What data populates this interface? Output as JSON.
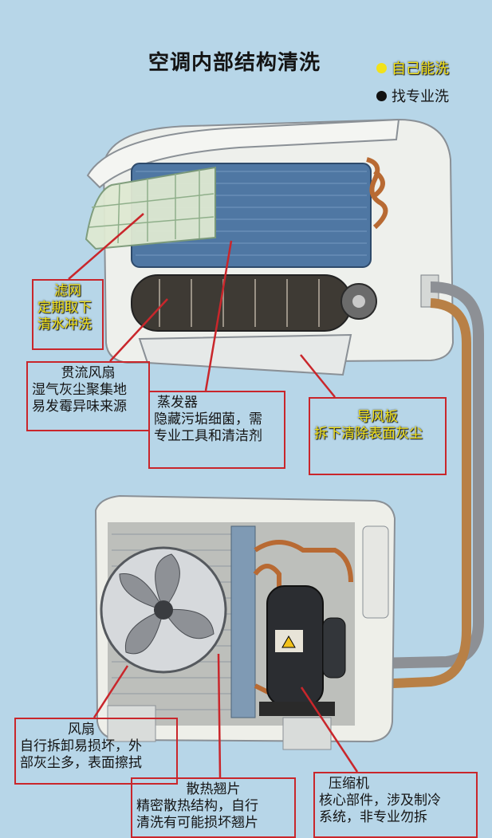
{
  "title": "空调内部结构清洗",
  "legend": [
    {
      "label": "自己能洗",
      "color": "#f2e21a"
    },
    {
      "label": "找专业洗",
      "color": "#111111"
    }
  ],
  "callouts": {
    "filter": {
      "title": "滤网",
      "lines": [
        "定期取下",
        "清水冲洗"
      ]
    },
    "crossflow_fan": {
      "title": "贯流风扇",
      "lines": [
        "湿气灰尘聚集地",
        "易发霉异味来源"
      ]
    },
    "evaporator": {
      "title": "蒸发器",
      "lines": [
        "隐藏污垢细菌，需",
        "专业工具和清洁剂"
      ]
    },
    "louver": {
      "title": "导风板",
      "lines": [
        "拆下清除表面灰尘"
      ]
    },
    "outdoor_fan": {
      "title": "风扇",
      "lines": [
        "自行拆卸易损坏，外",
        "部灰尘多，表面擦拭"
      ]
    },
    "fins": {
      "title": "散热翘片",
      "lines": [
        "精密散热结构，自行",
        "清洗有可能损坏翘片"
      ]
    },
    "compressor": {
      "title": "压缩机",
      "lines": [
        "核心部件，涉及制冷",
        "系统，非专业勿拆"
      ]
    }
  },
  "colors": {
    "accent_red": "#c9262b",
    "background": "#b7d6e8"
  }
}
